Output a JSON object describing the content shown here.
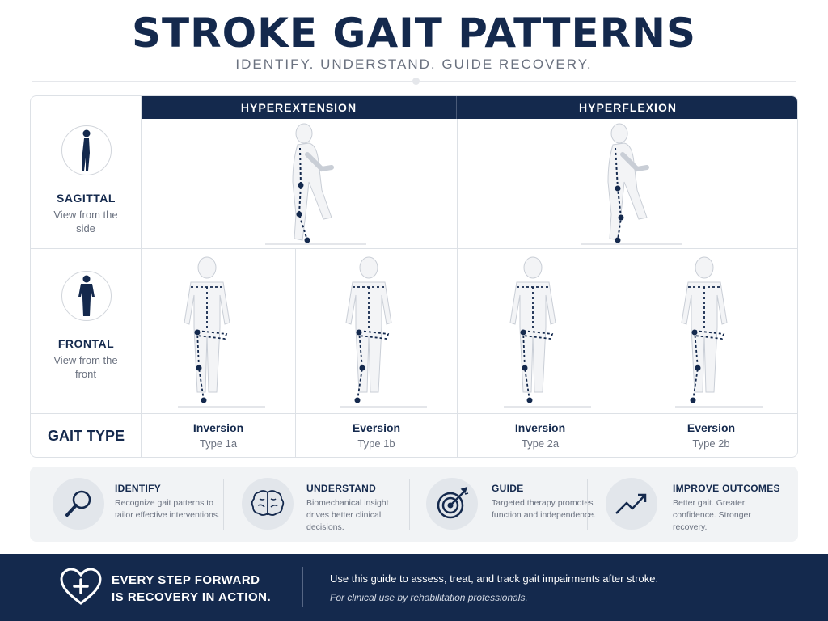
{
  "title": "STROKE GAIT PATTERNS",
  "subtitle": "IDENTIFY. UNDERSTAND. GUIDE RECOVERY.",
  "columns": [
    "HYPEREXTENSION",
    "HYPERFLEXION"
  ],
  "rows": [
    {
      "label": "SAGITTAL",
      "sub": "View from the side",
      "icon": "side-silhouette-icon"
    },
    {
      "label": "FRONTAL",
      "sub": "View from the front",
      "icon": "front-silhouette-icon"
    }
  ],
  "gait_type_label": "GAIT TYPE",
  "gait_types": [
    {
      "name": "Inversion",
      "type": "Type 1a"
    },
    {
      "name": "Eversion",
      "type": "Type 1b"
    },
    {
      "name": "Inversion",
      "type": "Type 2a"
    },
    {
      "name": "Eversion",
      "type": "Type 2b"
    }
  ],
  "benefits": [
    {
      "title": "IDENTIFY",
      "desc": "Recognize gait patterns to tailor effective interventions.",
      "icon": "magnifier-icon"
    },
    {
      "title": "UNDERSTAND",
      "desc": "Biomechanical insight drives better clinical decisions.",
      "icon": "brain-icon"
    },
    {
      "title": "GUIDE",
      "desc": "Targeted therapy promotes function and independence.",
      "icon": "target-arrow-icon"
    },
    {
      "title": "IMPROVE OUTCOMES",
      "desc": "Better gait. Greater confidence. Stronger recovery.",
      "icon": "trend-up-icon"
    }
  ],
  "footer": {
    "tagline": "EVERY STEP FORWARD IS RECOVERY IN ACTION.",
    "main": "Use this guide to assess, treat, and track gait impairments after stroke.",
    "note": "For clinical use by rehabilitation professionals.",
    "icon": "heart-plus-icon"
  },
  "colors": {
    "navy": "#14294d",
    "muted": "#6b7280",
    "panel": "#f1f3f5"
  }
}
